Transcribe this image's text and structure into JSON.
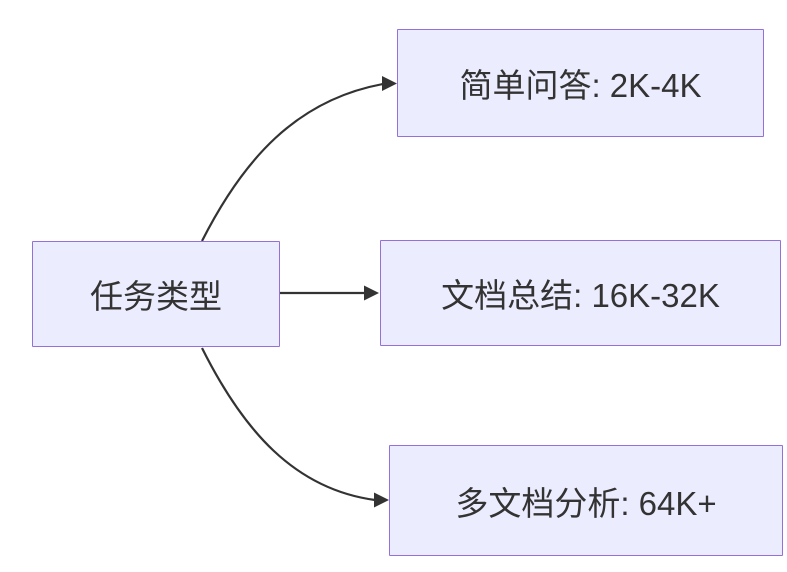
{
  "diagram": {
    "type": "flowchart-LR",
    "background_color": "#FFFFFF",
    "colors": {
      "node_fill": "#ECECFF",
      "node_border": "#9370DB",
      "edge": "#333333",
      "text": "#333333"
    },
    "nodes": [
      {
        "id": "root",
        "label": "任务类型"
      },
      {
        "id": "qa",
        "label": "简单问答: 2K-4K"
      },
      {
        "id": "doc",
        "label": "文档总结: 16K-32K"
      },
      {
        "id": "multidoc",
        "label": "多文档分析: 64K+"
      }
    ],
    "edges": [
      {
        "from": "任务类型",
        "to": "简单问答: 2K-4K"
      },
      {
        "from": "任务类型",
        "to": "文档总结: 16K-32K"
      },
      {
        "from": "任务类型",
        "to": "多文档分析: 64K+"
      }
    ]
  }
}
